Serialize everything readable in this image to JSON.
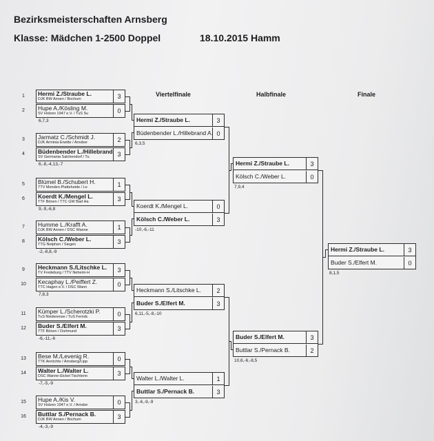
{
  "header": {
    "line1": "Bezirksmeisterschaften Arnsberg",
    "line2": "Klasse: Mädchen 1-2500 Doppel",
    "date_place": "18.10.2015 Hamm"
  },
  "rounds": {
    "qf": "Viertelfinale",
    "sf": "Halbfinale",
    "f": "Finale"
  },
  "r1": [
    {
      "seed": "1",
      "name": "Hermi Z./Straube L.",
      "club": "DJK BW Annen / Bochum",
      "score": "3",
      "bold": true
    },
    {
      "seed": "2",
      "name": "Hupe A./Kösling M.",
      "club": "SV Holzen 1947 e.V. / TuS Su",
      "score": "0",
      "bold": false
    },
    {
      "seed": "3",
      "name": "Jarmatz C./Schmidt J.",
      "club": "DJK Arminia Erwitte / Arnsber",
      "score": "2",
      "bold": false
    },
    {
      "seed": "4",
      "name": "Büdenbender L./Hillebrand .",
      "club": "SV Germania Salchendorf / Tu",
      "score": "3",
      "bold": true
    },
    {
      "seed": "5",
      "name": "Blümel B./Schubert H.",
      "club": "TTV Menden-Platteheide / Le",
      "score": "1",
      "bold": false
    },
    {
      "seed": "6",
      "name": "Koerdt K./Mengel L.",
      "club": "TTF Bönen / TTC GW Bad Ha",
      "score": "3",
      "bold": true
    },
    {
      "seed": "7",
      "name": "Humme L./Krafft A.",
      "club": "DJK BW Annen / DSC Wanne",
      "score": "1",
      "bold": false
    },
    {
      "seed": "8",
      "name": "Kölsch C./Weber L.",
      "club": "TTG Netphen / Siegen",
      "score": "3",
      "bold": true
    },
    {
      "seed": "9",
      "name": "Heckmann S./Litschke L.",
      "club": "TV Fredeburg / TTV Neheim-H",
      "score": "3",
      "bold": true
    },
    {
      "seed": "10",
      "name": "Kecaphay L./Peiffert Z.",
      "club": "TTC Hagen e.V. / DSC Wann",
      "score": "0",
      "bold": false
    },
    {
      "seed": "11",
      "name": "Kümper L./Scherotzki P.",
      "club": "TuS Niederense / TuS Ferndc",
      "score": "0",
      "bold": false
    },
    {
      "seed": "12",
      "name": "Buder S./Elfert M.",
      "club": "TTF Bönen / Dortmund",
      "score": "3",
      "bold": true
    },
    {
      "seed": "13",
      "name": "Bese M./Levenig R.",
      "club": "TTK Anröchte / Arnsberg/Lipp",
      "score": "0",
      "bold": false
    },
    {
      "seed": "14",
      "name": "Walter L./Walter L.",
      "club": "DSC Wanne-Eickel Tischtenn",
      "score": "3",
      "bold": true
    },
    {
      "seed": "15",
      "name": "Hupe A./Kis V.",
      "club": "SV Holzen 1947 e.V. / Arnsbe",
      "score": "0",
      "bold": false
    },
    {
      "seed": "16",
      "name": "Buttlar S./Pernack B.",
      "club": "DJK BW Annen / Bochum",
      "score": "3",
      "bold": true
    }
  ],
  "r1_results": [
    "6,7,3",
    "6,-8,-4,13,-7",
    "9,-9,-6,8",
    "-2,-8,8,-9",
    "7,8,3",
    "-6,-11,-6",
    "-7,-5,-9",
    "-4,-3,-9"
  ],
  "qf": [
    {
      "a": "Hermi Z./Straube L.",
      "as": "3",
      "ab": true,
      "b": "Büdenbender L./Hillebrand A.",
      "bs": "0",
      "bb": false,
      "res": "6,3,5"
    },
    {
      "a": "Koerdt K./Mengel L.",
      "as": "0",
      "ab": false,
      "b": "Kölsch C./Weber L.",
      "bs": "3",
      "bb": true,
      "res": "-10,-6,-11"
    },
    {
      "a": "Heckmann S./Litschke L.",
      "as": "2",
      "ab": false,
      "b": "Buder S./Elfert M.",
      "bs": "3",
      "bb": true,
      "res": "6,11,-5,-8,-10"
    },
    {
      "a": "Walter L./Walter L.",
      "as": "1",
      "ab": false,
      "b": "Buttlar S./Pernack B.",
      "bs": "3",
      "bb": true,
      "res": "3,-6,-9,-9"
    }
  ],
  "sf": [
    {
      "a": "Hermi Z./Straube L.",
      "as": "3",
      "ab": true,
      "b": "Kölsch C./Weber L.",
      "bs": "0",
      "bb": false,
      "res": "7,9,4"
    },
    {
      "a": "Buder S./Elfert M.",
      "as": "3",
      "ab": true,
      "b": "Buttlar S./Pernack B.",
      "bs": "2",
      "bb": false,
      "res": "10,6,-6,-8,5"
    }
  ],
  "final": {
    "a": "Hermi Z./Straube L.",
    "as": "3",
    "ab": true,
    "b": "Buder S./Elfert M.",
    "bs": "0",
    "bb": false,
    "res": "8,1,5"
  }
}
